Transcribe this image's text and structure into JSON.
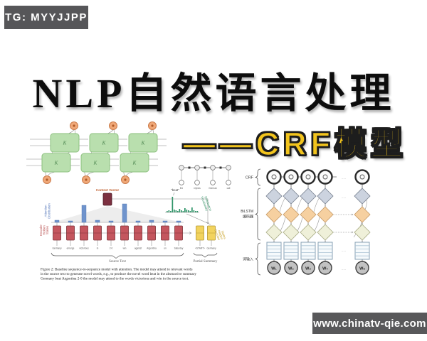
{
  "badges": {
    "top_left": "TG: MYYJJPP",
    "bottom_right": "www.chinatv-qie.com",
    "bg_color": "#58585a",
    "fg_color": "#ffffff"
  },
  "title": {
    "main": "NLP自然语言处理",
    "sub": "——CRF模型",
    "main_color": "#0d0d0d",
    "sub_fill": "#f2c41d",
    "sub_outline": "#1d1d1d"
  },
  "lstm_grid": {
    "cell_label": "K",
    "box_fill": "#b9dfae",
    "node_fill": "#f0a878"
  },
  "crf_chain": {
    "words": [
      "EU",
      "rejects",
      "German",
      "call"
    ]
  },
  "seq2seq": {
    "context_vector_label": "Context Vector",
    "attention_label_1": "Attention",
    "attention_label_2": "Distribution",
    "encoder_label_1": "Encoder",
    "encoder_label_2": "Hidden",
    "encoder_label_3": "States",
    "vocab_label_1": "Vocabulary",
    "vocab_label_2": "Distribution",
    "decoder_label_1": "Decoder",
    "decoder_label_2": "Hidden",
    "decoder_label_3": "States",
    "beat_callout": "\"beat\"",
    "source_text_label": "Source Text",
    "partial_summary_label": "Partial Summary",
    "source_words": [
      "Germany",
      "emerge",
      "victorious",
      "in",
      "2-0",
      "win",
      "against",
      "Argentina",
      "on",
      "Saturday"
    ],
    "summary_words": [
      "<START>",
      "Germany"
    ],
    "attention_bar_heights": [
      3,
      2,
      24,
      3,
      2,
      26,
      2,
      3,
      2,
      2
    ],
    "vocab_bar_heights": [
      2,
      3,
      2,
      22,
      4,
      3,
      2,
      5,
      3,
      2,
      6,
      4,
      3,
      2,
      7,
      3,
      2,
      2
    ],
    "caption": [
      "Figure 2: Baseline sequence-to-sequence model with attention. The model may attend to relevant words",
      "in the source text to generate novel words, e.g., to produce the novel word beat in the abstractive summary",
      "Germany beat Argentina 2-0 the model may attend to the words victorious and win in the source text."
    ]
  },
  "bilstm_crf": {
    "crf_label": "CRF",
    "encoder_label_1": "BiLSTM",
    "encoder_label_2": "编码器",
    "input_label": "词输入",
    "ellipsis": ".....",
    "word_nodes": [
      "W₁",
      "W₂",
      "W₃",
      "W₄",
      "Wₙ"
    ]
  }
}
